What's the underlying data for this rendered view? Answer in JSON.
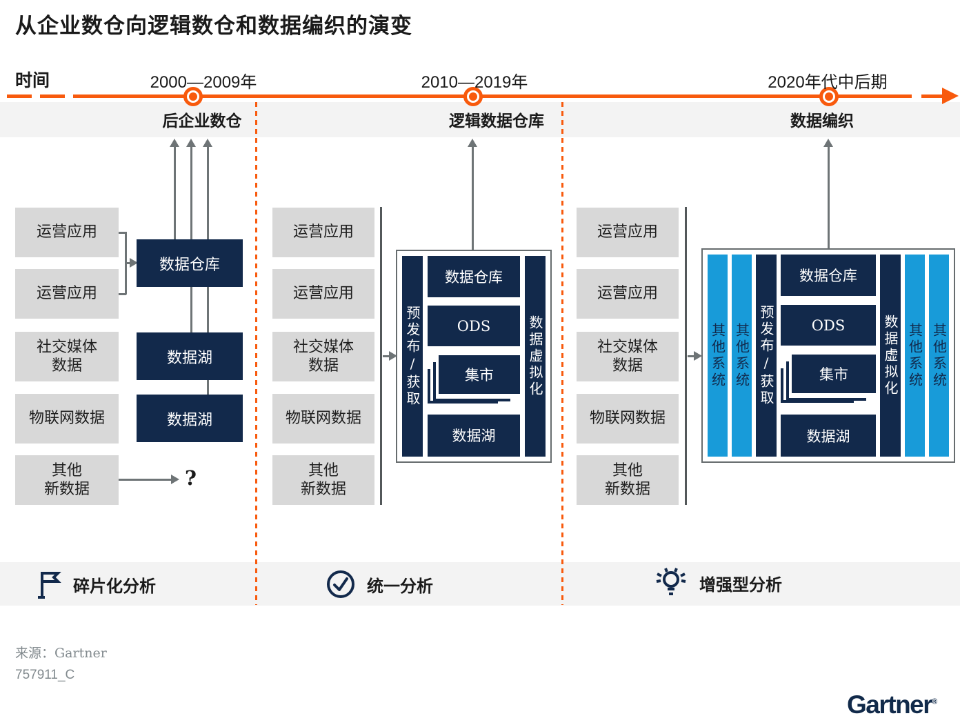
{
  "title": "从企业数仓向逻辑数仓和数据编织的演变",
  "timeline": {
    "axis_label": "时间",
    "milestones": [
      {
        "date": "2000—2009年",
        "phase": "后企业数仓"
      },
      {
        "date": "2010—2019年",
        "phase": "逻辑数据仓库"
      },
      {
        "date": "2020年代中后期",
        "phase": "数据编织"
      }
    ]
  },
  "source_boxes": [
    {
      "label": "运营应用"
    },
    {
      "label": "运营应用"
    },
    {
      "label": "社交媒体\n数据"
    },
    {
      "label": "物联网数据"
    },
    {
      "label": "其他\n新数据"
    }
  ],
  "col1": {
    "warehouse": "数据仓库",
    "lake_top": "数据湖",
    "lake_bottom": "数据湖",
    "unknown_mark": "?",
    "caption": "碎片化分析"
  },
  "col2": {
    "staging_bar": "预发布/获取",
    "virtualization_bar": "数据虚拟化",
    "warehouse": "数据仓库",
    "ods": "ODS",
    "mart": "集市",
    "lake": "数据湖",
    "caption": "统一分析"
  },
  "col3": {
    "other_systems": [
      "其他系统",
      "其他系统",
      "其他系统",
      "其他系统"
    ],
    "staging_bar": "预发布/获取",
    "virtualization_bar": "数据虚拟化",
    "warehouse": "数据仓库",
    "ods": "ODS",
    "mart": "集市",
    "lake": "数据湖",
    "caption": "增强型分析"
  },
  "footer": {
    "source": "来源：Gartner",
    "doc_id": "757911_C",
    "brand": "Gartner",
    "brand_mark": "®"
  },
  "colors": {
    "orange": "#F85A0D",
    "navy": "#12294B",
    "light_blue": "#189BD9",
    "source_gray": "#D8D8D8",
    "band_gray": "#F3F3F3",
    "line_gray": "#6E7476"
  }
}
